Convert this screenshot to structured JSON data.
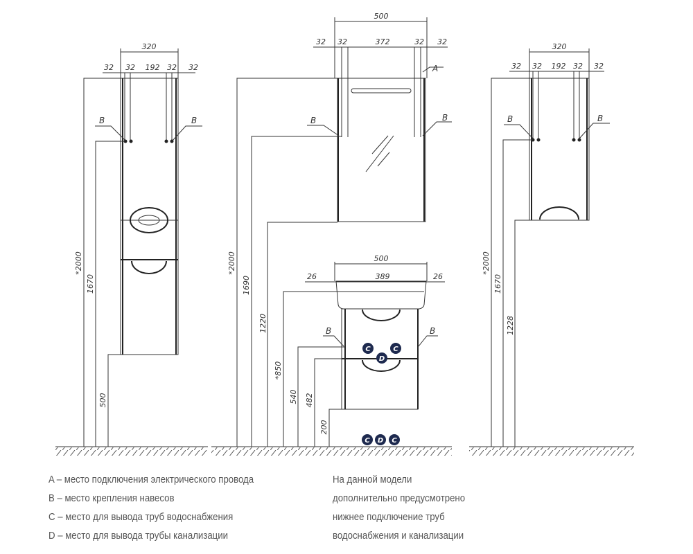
{
  "left_view": {
    "dims": {
      "width": "320",
      "w32a": "32",
      "w32b": "32",
      "w192": "192",
      "w32c": "32",
      "w32d": "32",
      "h_total": "*2000",
      "h_hinge": "1670",
      "h_bottom": "500"
    },
    "labels": {
      "b_left": "B",
      "b_right": "B"
    }
  },
  "middle_view": {
    "mirror_dims": {
      "width": "500",
      "w32a": "32",
      "w32b": "32",
      "w372": "372",
      "w32c": "32",
      "w32d": "32",
      "h_total": "*2000",
      "h_hinge": "1690",
      "h_bottom": "1220"
    },
    "mirror_labels": {
      "a": "A",
      "b_left": "B",
      "b_right": "B"
    },
    "vanity_dims": {
      "width": "500",
      "w26a": "26",
      "w389": "389",
      "w26b": "26",
      "h_top": "*850",
      "h_hinge": "540",
      "h_pipe": "482",
      "h_bottom": "200"
    },
    "vanity_labels": {
      "b_left": "B",
      "b_right": "B"
    },
    "markers": {
      "c": "C",
      "d": "D"
    }
  },
  "right_view": {
    "dims": {
      "width": "320",
      "w32a": "32",
      "w32b": "32",
      "w192": "192",
      "w32c": "32",
      "w32d": "32",
      "h_total": "*2000",
      "h_hinge": "1670",
      "h_bottom": "1228"
    },
    "labels": {
      "b_left": "B",
      "b_right": "B"
    }
  },
  "legend": {
    "items": [
      "A – место подключения электрического провода",
      "B – место крепления навесов",
      "C – место для вывода труб водоснабжения",
      "D – место для вывода трубы канализации"
    ],
    "note": [
      "На данной модели",
      "дополнительно предусмотрено",
      "нижнее подключение труб",
      "водоснабжения и канализации"
    ]
  }
}
